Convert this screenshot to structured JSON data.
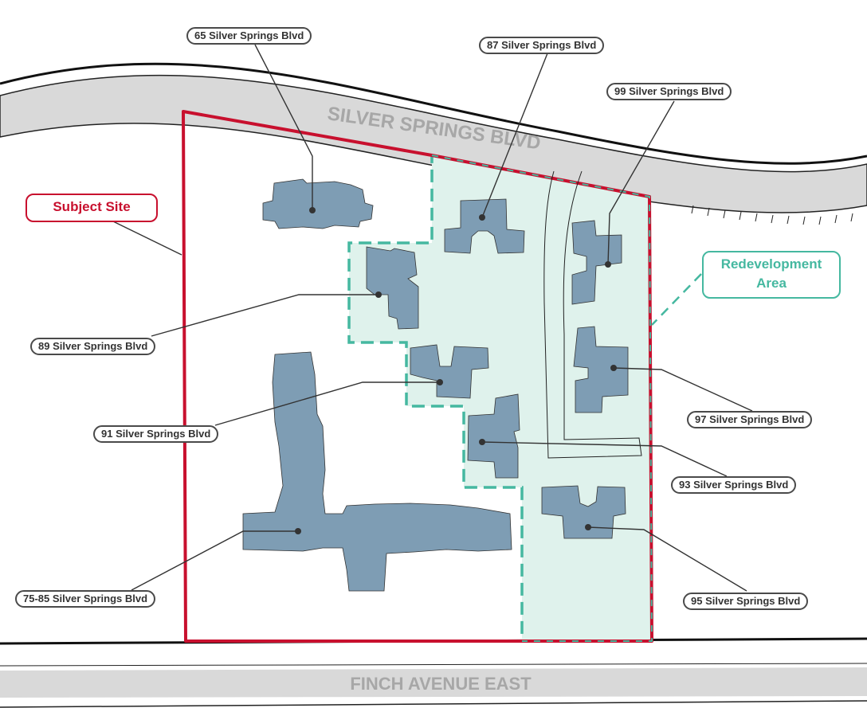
{
  "streets": {
    "north": "SILVER SPRINGS BLVD",
    "south": "FINCH AVENUE EAST"
  },
  "legend": {
    "subject_site": "Subject Site",
    "redevelopment_area": "Redevelopment\nArea"
  },
  "buildings": [
    {
      "id": "b65",
      "label": "65 Silver Springs Blvd"
    },
    {
      "id": "b87",
      "label": "87 Silver Springs Blvd"
    },
    {
      "id": "b99",
      "label": "99 Silver Springs Blvd"
    },
    {
      "id": "b89",
      "label": "89 Silver Springs Blvd"
    },
    {
      "id": "b91",
      "label": "91 Silver Springs Blvd"
    },
    {
      "id": "b97",
      "label": "97 Silver Springs Blvd"
    },
    {
      "id": "b93",
      "label": "93 Silver Springs Blvd"
    },
    {
      "id": "b75",
      "label": "75-85 Silver Springs Blvd"
    },
    {
      "id": "b95",
      "label": "95 Silver Springs Blvd"
    }
  ],
  "colors": {
    "site_boundary": "#c8102e",
    "redevelopment_fill": "#dff2ec",
    "redevelopment_outline": "#45b8a0",
    "building": "#7e9db4",
    "road": "#d9d9d9"
  }
}
